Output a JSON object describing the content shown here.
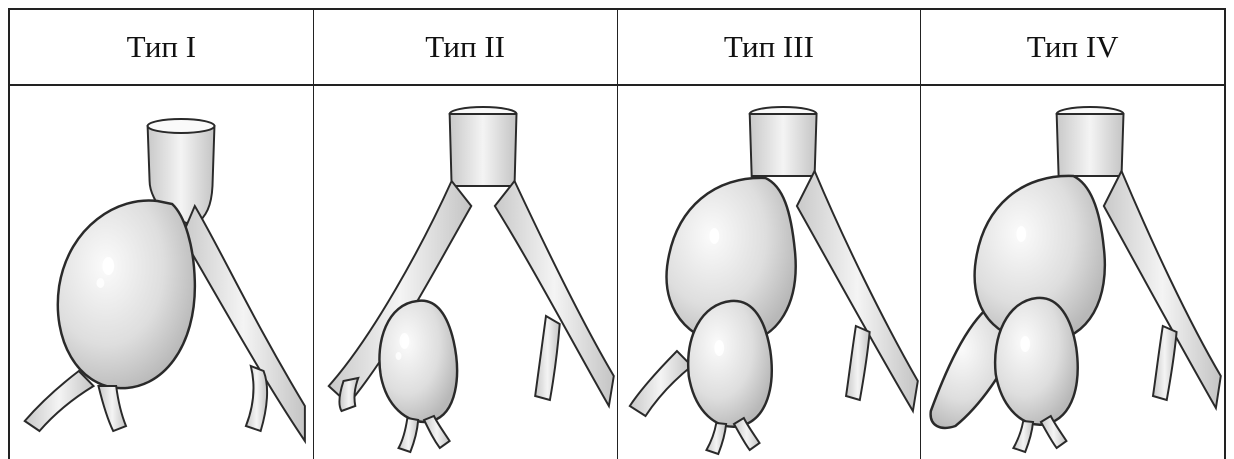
{
  "columns": [
    {
      "label": "Тип I"
    },
    {
      "label": "Тип II"
    },
    {
      "label": "Тип III"
    },
    {
      "label": "Тип IV"
    }
  ],
  "colors": {
    "vessel_fill": "#e2e2e2",
    "vessel_stroke": "#2a2a2a",
    "border": "#222222"
  }
}
